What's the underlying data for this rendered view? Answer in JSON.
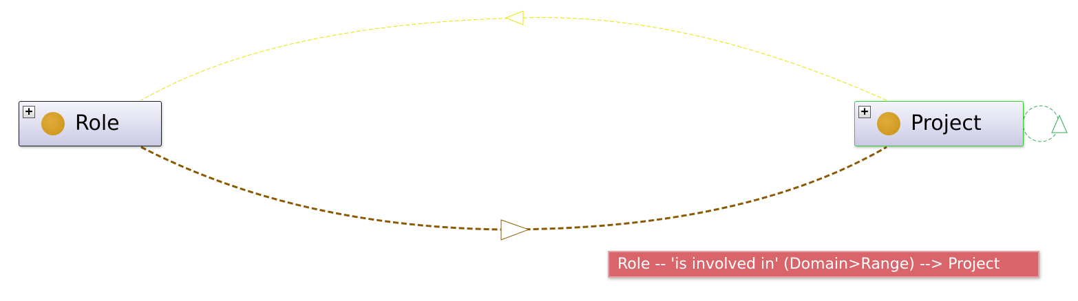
{
  "nodes": {
    "role": {
      "label": "Role"
    },
    "project": {
      "label": "Project"
    }
  },
  "icons": {
    "expand": "plus-box-icon",
    "class": "class-circle-icon"
  },
  "edges": [
    {
      "from": "Project",
      "to": "Role",
      "color": "#e6e600",
      "style": "thin-dashed"
    },
    {
      "from": "Role",
      "to": "Project",
      "color": "#8b5a00",
      "style": "thick-dashed"
    },
    {
      "from": "Project",
      "to": "Project",
      "color": "#33aa55",
      "style": "self-loop-dashed"
    }
  ],
  "tooltip": {
    "text": "Role -- 'is involved in' (Domain>Range) --> Project",
    "color": "#d9656b"
  }
}
